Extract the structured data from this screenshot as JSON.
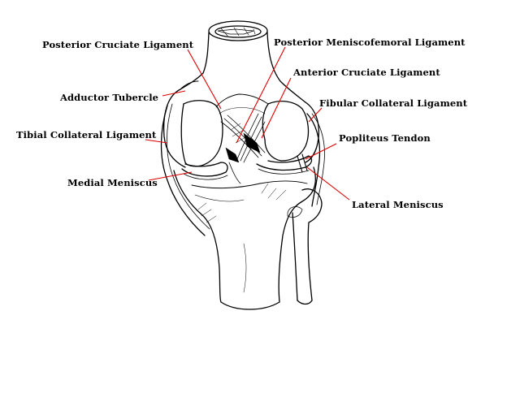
{
  "labels": {
    "posterior_cruciate_ligament": "Posterior Cruciate Ligament",
    "posterior_meniscofemoral_ligament": "Posterior Meniscofemoral Ligament",
    "anterior_cruciate_ligament": "Anterior Cruciate Ligament",
    "adductor_tubercle": "Adductor Tubercle",
    "fibular_collateral_ligament": "Fibular Collateral Ligament",
    "tibial_collateral_ligament": "Tibial Collateral Ligament",
    "popliteus_tendon": "Popliteus Tendon",
    "medial_meniscus": "Medial Meniscus",
    "lateral_meniscus": "Lateral Meniscus"
  },
  "colors": {
    "leader_line": "#e00000",
    "drawing_ink": "#000000",
    "background": "#ffffff"
  }
}
